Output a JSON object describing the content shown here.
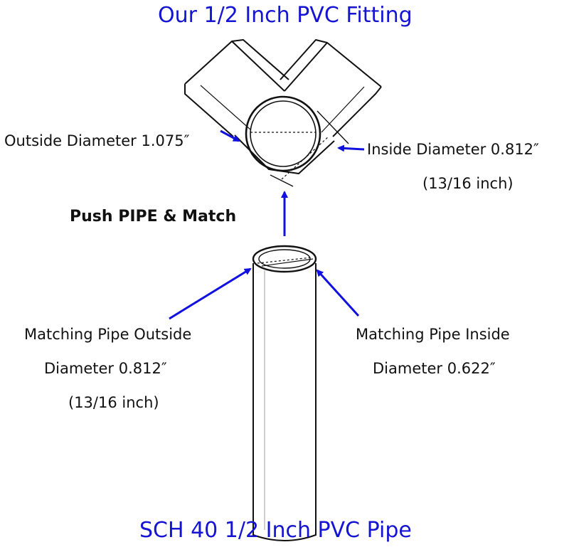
{
  "fitting_title": "Our 1/2 Inch PVC Fitting",
  "pipe_title": "SCH 40 1/2 Inch PVC Pipe",
  "push_text": "Push PIPE & Match",
  "fitting_outside": "Outside Diameter 1.075″",
  "fitting_inside": "Inside Diameter 0.812″",
  "fitting_inside_frac": "(13/16 inch)",
  "pipe_outside_1": "Matching Pipe Outside",
  "pipe_outside_2": "Diameter 0.812″",
  "pipe_outside_3": "(13/16 inch)",
  "pipe_inside_1": "Matching Pipe Inside",
  "pipe_inside_2": "Diameter 0.622″",
  "colors": {
    "title": "#1414d2",
    "arrow": "#1010e0",
    "line": "#111111"
  }
}
